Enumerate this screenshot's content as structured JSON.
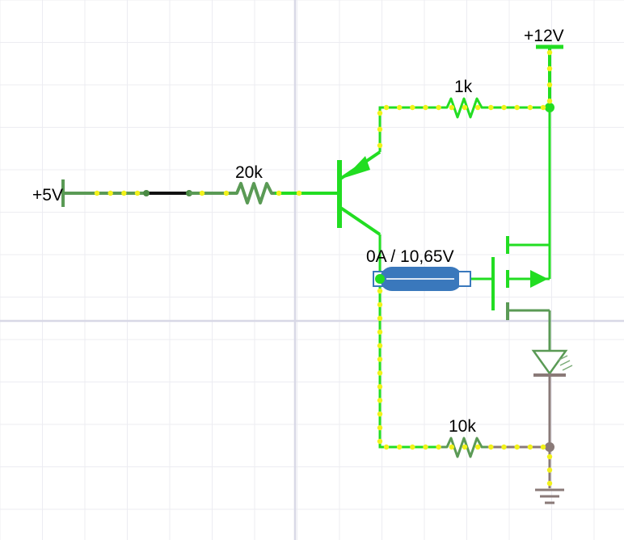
{
  "labels": {
    "supply_12v": "+12V",
    "supply_5v": "+5V",
    "r_collector": "1k",
    "r_base": "20k",
    "r_pulldown": "10k",
    "probe_reading": "0A / 10,65V"
  },
  "colors": {
    "wire_active": "#22dd22",
    "wire_dim": "#5a9a55",
    "wire_ground": "#8a7a78",
    "current_dot": "#f2f21a",
    "probe_body": "#3a78bc",
    "grid": "#ececf2",
    "axis": "#d8d8e6"
  },
  "icons": {
    "transistor": "pnp-transistor-icon",
    "mosfet": "mosfet-icon",
    "led": "led-icon",
    "ground": "ground-icon",
    "switch": "switch-icon",
    "probe": "voltmeter-probe-icon"
  }
}
